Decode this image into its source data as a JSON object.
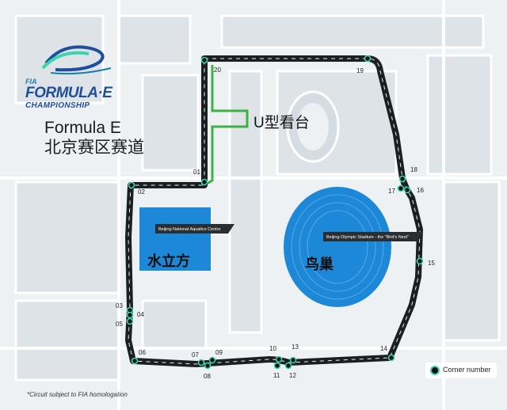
{
  "title": {
    "line1": "Formula E",
    "line2": "北京赛区赛道"
  },
  "logo": {
    "fia": "FIA",
    "formula_e": "FORMULA·E",
    "championship": "CHAMPIONSHIP"
  },
  "grandstand_label": "U型看台",
  "venues": {
    "aquatics": {
      "banner": "Beijing National Aquatics Centre",
      "label_zh": "水立方"
    },
    "stadium": {
      "banner": "Beijing Olympic Stadium - the \"Bird's Nest\"",
      "label_zh": "鸟巢"
    }
  },
  "corners": [
    "01",
    "02",
    "03",
    "04",
    "05",
    "06",
    "07",
    "08",
    "09",
    "10",
    "11",
    "12",
    "13",
    "14",
    "15",
    "16",
    "17",
    "18",
    "19",
    "20"
  ],
  "legend": {
    "label": "Corner number"
  },
  "footnote": "*Circuit subject to FIA homologation",
  "colors": {
    "track": "#1c1f22",
    "kerb": "#3cd3b0",
    "pit_lane": "#3fb043",
    "venue_blue": "#1e88d8",
    "map_bg": "#eef1f3",
    "roads": "#ffffff",
    "blocks": "#dde3e7"
  }
}
